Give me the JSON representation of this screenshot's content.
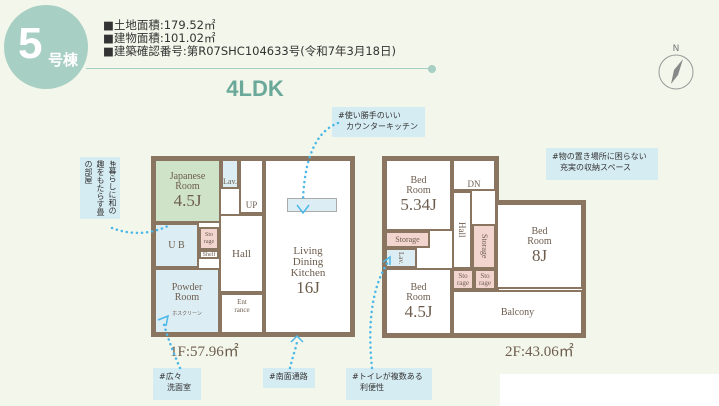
{
  "badge": {
    "number": "5",
    "suffix": "号棟"
  },
  "info": {
    "land_area": "■土地面積:179.52㎡",
    "building_area": "■建物面積:101.02㎡",
    "confirmation": "■建築確認番号:第R07SHC104633号(令和7年3月18日)"
  },
  "layout_type": "4LDK",
  "compass": {
    "label": "N",
    "icon": "compass-icon"
  },
  "floor1": {
    "area": "1F:57.96㎡",
    "rooms": {
      "japanese": [
        "Japanese",
        "Room",
        "4.5J"
      ],
      "lav": "Lav.",
      "up": "UP",
      "ub": "U B",
      "storage": [
        "Sto",
        "rage"
      ],
      "shelf": "Shelf",
      "hall": "Hall",
      "powder": [
        "Powder",
        "Room"
      ],
      "screen": "ホスクリーン",
      "entrance": [
        "Ent",
        "rance"
      ],
      "ldk": [
        "Living",
        "Dining",
        "Kitchen",
        "16J"
      ]
    }
  },
  "floor2": {
    "area": "2F:43.06㎡",
    "rooms": {
      "bed1": [
        "Bed",
        "Room",
        "5.34J"
      ],
      "dn": "DN",
      "storage1": "Storage",
      "lav": "Lav.",
      "hall": "Hall",
      "storage_v": "Storage",
      "bed2": [
        "Bed",
        "Room",
        "8J"
      ],
      "sto_a": [
        "Sto",
        "rage"
      ],
      "sto_b": [
        "Sto",
        "rage"
      ],
      "bed3": [
        "Bed",
        "Room",
        "4.5J"
      ],
      "balcony": "Balcony"
    }
  },
  "notes": {
    "kitchen": [
      "#使い勝手のいい",
      "カウンターキッチン"
    ],
    "tatami": [
      "#暮らしに",
      "和の趣をもたらす",
      "畳の部屋"
    ],
    "storage": [
      "#物の置き場所に困らない",
      "充実の収納スペース"
    ],
    "washroom": [
      "#広々",
      "洗面室"
    ],
    "path": "#南面通路",
    "toilet": [
      "#トイレが複数ある",
      "利便性"
    ]
  },
  "colors": {
    "accent": "#a8cfc4",
    "wall": "#8a7560",
    "note_bg": "#d6ecf3",
    "dots": "#4bb8e8"
  }
}
